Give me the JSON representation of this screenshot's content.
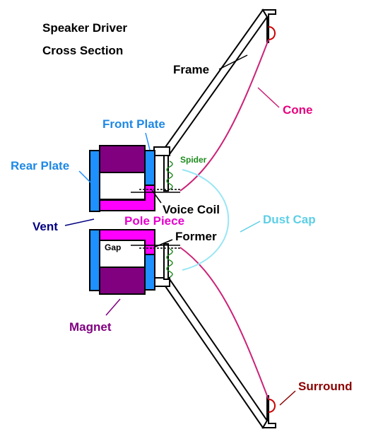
{
  "title": {
    "line1": "Speaker Driver",
    "line2": "Cross Section"
  },
  "labels": {
    "frame": "Frame",
    "cone": "Cone",
    "front_plate": "Front Plate",
    "spider": "Spider",
    "rear_plate": "Rear Plate",
    "voice_coil": "Voice Coil",
    "vent": "Vent",
    "pole_piece": "Pole Piece",
    "dust_cap": "Dust Cap",
    "former": "Former",
    "gap": "Gap",
    "magnet": "Magnet",
    "surround": "Surround"
  },
  "colors": {
    "background": "#ffffff",
    "outline": "#000000",
    "plate_blue": "#1e90ff",
    "magnet_purple": "#800080",
    "pole_magenta": "#ff00ff",
    "cone_pink": "#cc2277",
    "dust_cap_cyan": "#99e6f5",
    "spider_green": "#228b22",
    "surround_red": "#cc0000",
    "label_navy": "#000080",
    "label_blue": "#1e88e5",
    "label_magenta": "#e6007e",
    "label_cyan": "#5ccfe6",
    "label_green": "#1e8b1e",
    "label_purple": "#800080",
    "label_darkred": "#8b0000"
  }
}
